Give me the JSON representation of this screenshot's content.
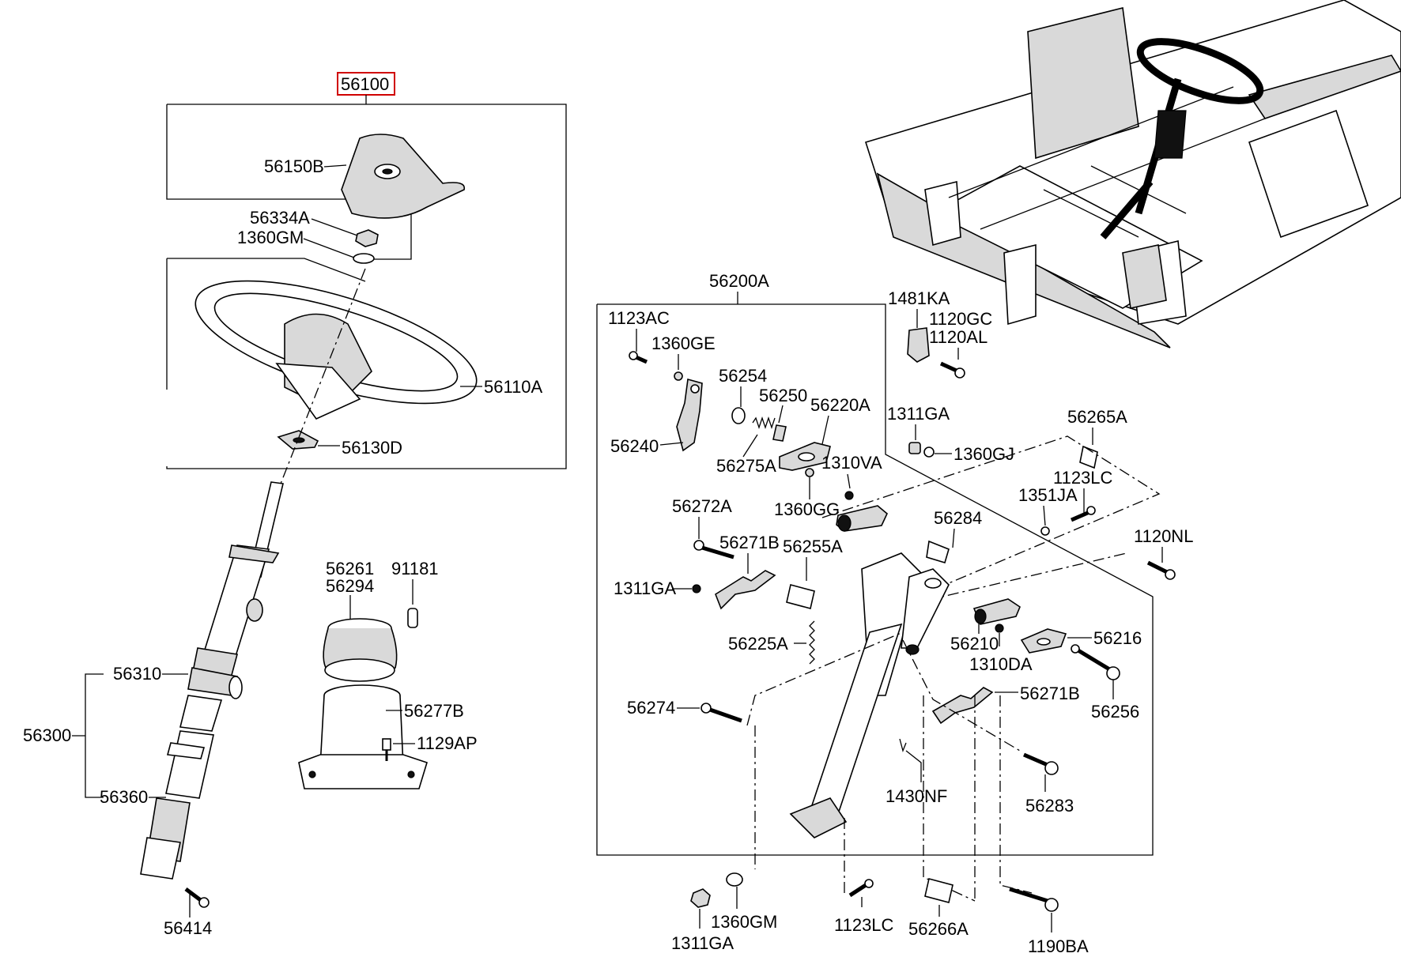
{
  "labels": {
    "l56100": "56100",
    "l56150B": "56150B",
    "l56334A": "56334A",
    "l1360GM_a": "1360GM",
    "l56110A": "56110A",
    "l56130D": "56130D",
    "l56261": "56261",
    "l56294": "56294",
    "l91181": "91181",
    "l56310": "56310",
    "l56300": "56300",
    "l56360": "56360",
    "l56277B": "56277B",
    "l1129AP": "1129AP",
    "l56414": "56414",
    "l56200A": "56200A",
    "l1123AC": "1123AC",
    "l1360GE": "1360GE",
    "l56254": "56254",
    "l56250": "56250",
    "l56220A": "56220A",
    "l56240": "56240",
    "l56275A": "56275A",
    "l1310VA": "1310VA",
    "l1360GG": "1360GG",
    "l1481KA": "1481KA",
    "l1120GC": "1120GC",
    "l1120AL": "1120AL",
    "l1311GA_a": "1311GA",
    "l1360GJ": "1360GJ",
    "l56265A": "56265A",
    "l1123LC_a": "1123LC",
    "l1351JA": "1351JA",
    "l1120NL": "1120NL",
    "l56272A": "56272A",
    "l56271B_a": "56271B",
    "l56255A": "56255A",
    "l56284": "56284",
    "l1311GA_b": "1311GA",
    "l56225A": "56225A",
    "l56210": "56210",
    "l56216": "56216",
    "l1310DA": "1310DA",
    "l56274": "56274",
    "l56271B_b": "56271B",
    "l56256": "56256",
    "l1430NF": "1430NF",
    "l56283": "56283",
    "l1311GA_c": "1311GA",
    "l1360GM_b": "1360GM",
    "l1123LC_b": "1123LC",
    "l56266A": "56266A",
    "l1190BA": "1190BA"
  },
  "colors": {
    "highlight": "#d00000",
    "line": "#000000",
    "background": "#ffffff"
  }
}
